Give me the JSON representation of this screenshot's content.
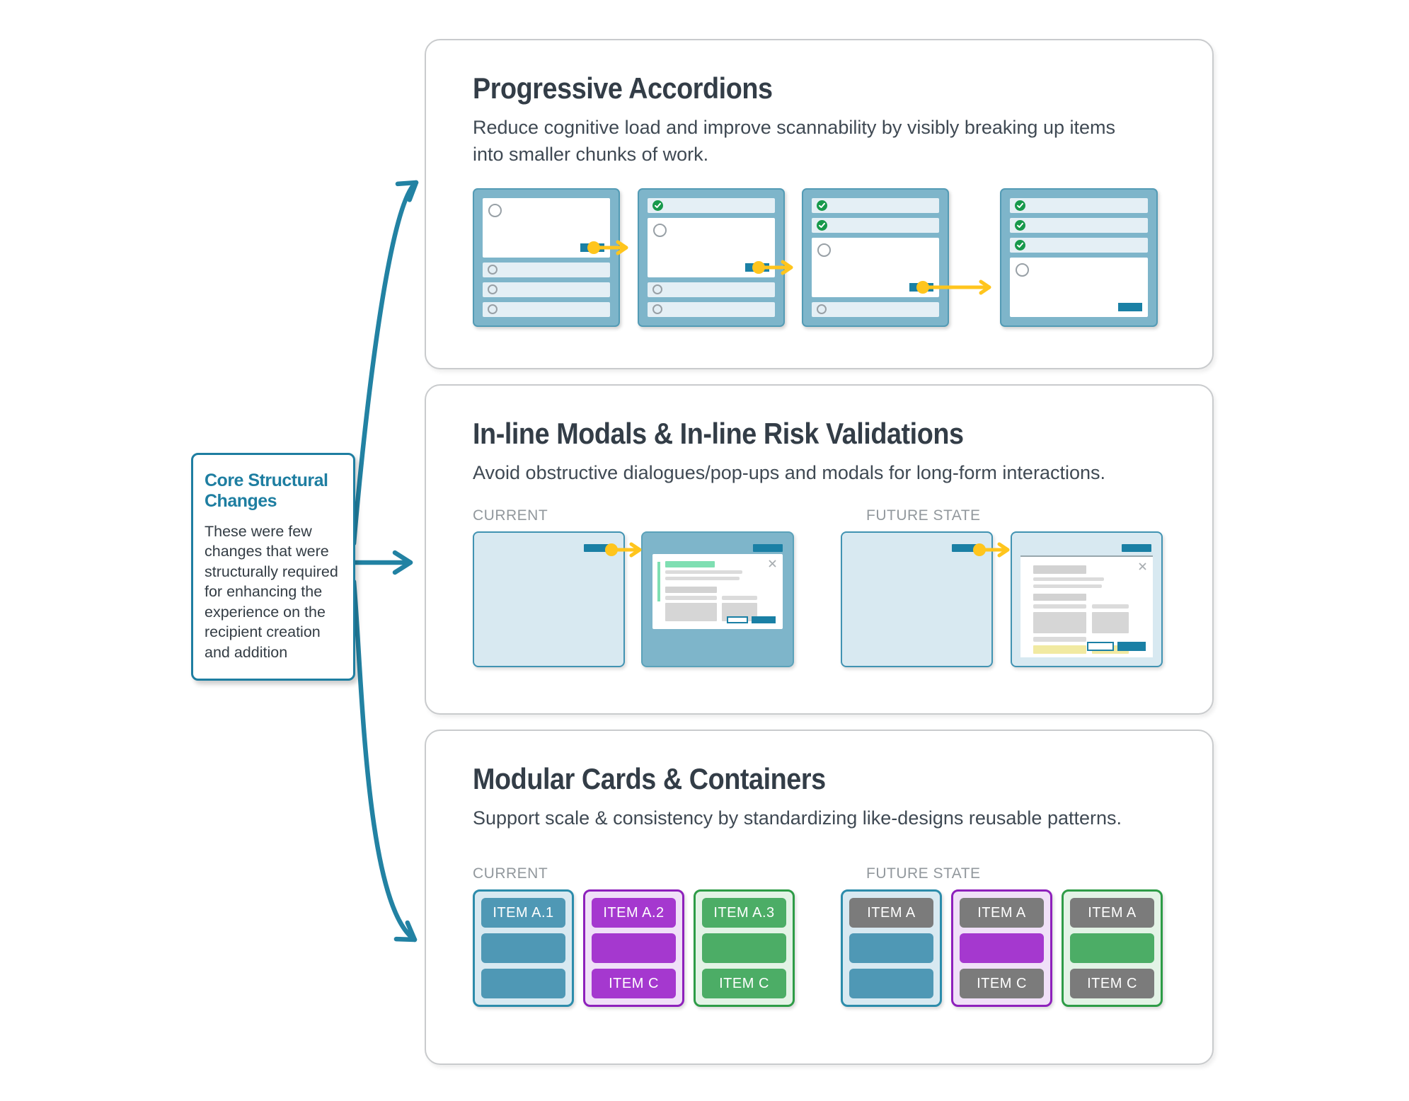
{
  "note": {
    "title": "Core Structural Changes",
    "body": "These were few changes that were structurally required for enhancing the experience on the recipient creation and addition"
  },
  "panels": {
    "accordions": {
      "title": "Progressive Accordions",
      "description": "Reduce cognitive load and improve scannability by visibly breaking up items\ninto smaller chunks of work.",
      "steps": [
        {
          "completed": 0,
          "collapsed": 3
        },
        {
          "completed": 1,
          "collapsed": 2
        },
        {
          "completed": 2,
          "collapsed": 1
        },
        {
          "completed": 3,
          "collapsed": 0
        }
      ]
    },
    "modals": {
      "title": "In-line Modals & In-line Risk Validations",
      "description": "Avoid obstructive dialogues/pop-ups and modals for long-form interactions.",
      "current_label": "CURRENT",
      "future_label": "FUTURE STATE"
    },
    "cards": {
      "title": "Modular Cards & Containers",
      "description": "Support scale & consistency by standardizing like-designs reusable patterns.",
      "current_label": "CURRENT",
      "future_label": "FUTURE STATE",
      "current": [
        {
          "theme": "blue",
          "items": [
            {
              "label": "ITEM A.1"
            },
            {
              "label": ""
            },
            {
              "label": ""
            }
          ]
        },
        {
          "theme": "purple",
          "items": [
            {
              "label": "ITEM A.2"
            },
            {
              "label": ""
            },
            {
              "label": "ITEM C"
            }
          ]
        },
        {
          "theme": "green",
          "items": [
            {
              "label": "ITEM A.3"
            },
            {
              "label": ""
            },
            {
              "label": "ITEM C"
            }
          ]
        }
      ],
      "future": [
        {
          "theme": "blue",
          "items": [
            {
              "label": "ITEM A",
              "gray": true
            },
            {
              "label": ""
            },
            {
              "label": ""
            }
          ]
        },
        {
          "theme": "purple",
          "items": [
            {
              "label": "ITEM A",
              "gray": true
            },
            {
              "label": ""
            },
            {
              "label": "ITEM C",
              "gray": true
            }
          ]
        },
        {
          "theme": "green",
          "items": [
            {
              "label": "ITEM A",
              "gray": true
            },
            {
              "label": ""
            },
            {
              "label": "ITEM C",
              "gray": true
            }
          ]
        }
      ]
    }
  },
  "colors": {
    "accent_teal": "#2282A3",
    "yellow": "#FFC51D",
    "teal_button": "#1A80A5",
    "check_green": "#17994B",
    "blue_fill": "#4F98B5",
    "purple_fill": "#A538CF",
    "green_fill": "#4CAD66",
    "gray_fill": "#7B7B7B"
  }
}
